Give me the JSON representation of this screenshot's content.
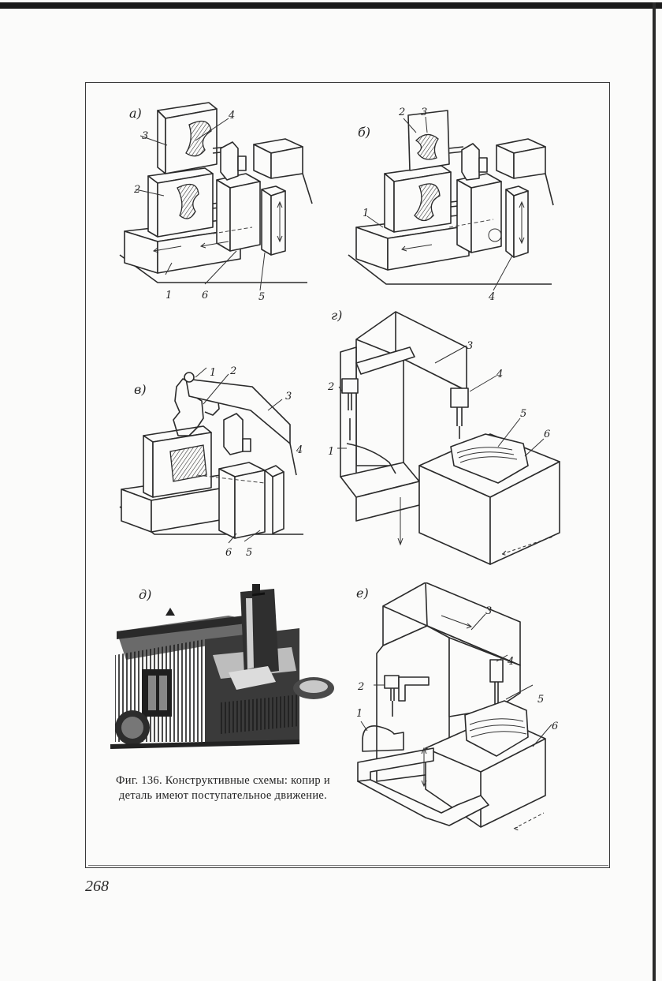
{
  "figure": {
    "panels": [
      {
        "label": "а)",
        "parts": [
          "3",
          "4",
          "2",
          "1",
          "6",
          "5"
        ]
      },
      {
        "label": "б)",
        "parts": [
          "2",
          "3",
          "1",
          "4"
        ]
      },
      {
        "label": "в)",
        "parts": [
          "1",
          "2",
          "3",
          "4",
          "6",
          "5"
        ]
      },
      {
        "label": "г)",
        "parts": [
          "3",
          "2",
          "4",
          "5",
          "6",
          "1"
        ]
      },
      {
        "label": "д)",
        "parts": []
      },
      {
        "label": "е)",
        "parts": [
          "3",
          "4",
          "2",
          "5",
          "1",
          "6"
        ]
      }
    ],
    "caption": "Фиг. 136. Конструктивные схемы: копир и деталь имеют поступательное движение."
  },
  "page_number": "268"
}
